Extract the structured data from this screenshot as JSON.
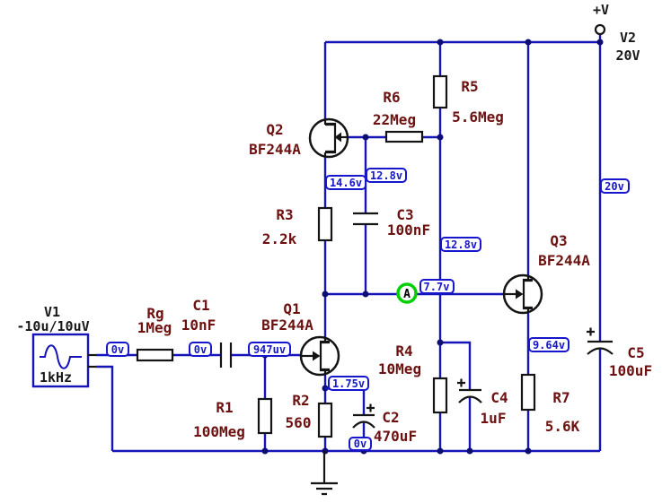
{
  "colors": {
    "bg": "#ffffff",
    "wire": "#1414b8",
    "component": "#141414",
    "label": "#6e1111",
    "srclabel": "#191919",
    "probe": "#1616cc",
    "nodea": "#00cf00",
    "junction": "#0e0e72"
  },
  "power_rail": {
    "terminal_label": "+V",
    "source_name": "V2",
    "source_value": "20V"
  },
  "signal_source": {
    "name": "V1",
    "amplitude": "-10u/10uV",
    "frequency": "1kHz"
  },
  "components": {
    "rg": {
      "ref": "Rg",
      "value": "1Meg"
    },
    "r1": {
      "ref": "R1",
      "value": "100Meg"
    },
    "r2": {
      "ref": "R2",
      "value": "560"
    },
    "r3": {
      "ref": "R3",
      "value": "2.2k"
    },
    "r4": {
      "ref": "R4",
      "value": "10Meg"
    },
    "r5": {
      "ref": "R5",
      "value": "5.6Meg"
    },
    "r6": {
      "ref": "R6",
      "value": "22Meg"
    },
    "r7": {
      "ref": "R7",
      "value": "5.6K"
    },
    "c1": {
      "ref": "C1",
      "value": "10nF"
    },
    "c2": {
      "ref": "C2",
      "value": "470uF"
    },
    "c3": {
      "ref": "C3",
      "value": "100nF"
    },
    "c4": {
      "ref": "C4",
      "value": "1uF"
    },
    "c5": {
      "ref": "C5",
      "value": "100uF"
    },
    "q1": {
      "ref": "Q1",
      "value": "BF244A"
    },
    "q2": {
      "ref": "Q2",
      "value": "BF244A"
    },
    "q3": {
      "ref": "Q3",
      "value": "BF244A"
    }
  },
  "probes": {
    "input_left": "0v",
    "input_right": "0v",
    "q1_gate": "947uv",
    "q1_source": "1.75v",
    "c2_bottom": "0v",
    "q2_source": "14.6v",
    "q2_gate": "12.8v",
    "divider": "12.8v",
    "node_a_wire": "7.7v",
    "q3_source": "9.64v",
    "supply_rail": "20v"
  },
  "nodes": {
    "a": "A"
  }
}
